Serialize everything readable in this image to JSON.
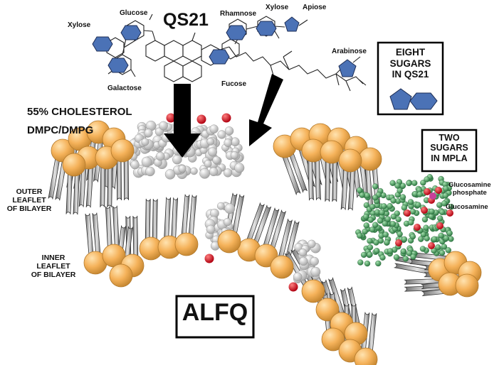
{
  "molecule": {
    "name": "QS21",
    "sugars": {
      "xylose_left": "Xylose",
      "glucose": "Glucose",
      "galactose": "Galactose",
      "rhamnose": "Rhamnose",
      "xylose_right": "Xylose",
      "apiose": "Apiose",
      "fucose": "Fucose",
      "arabinose": "Arabinose"
    }
  },
  "labels": {
    "cholesterol": "55% CHOLESTEROL",
    "lipids": "DMPC/DMPG",
    "outer_leaflet": [
      "OUTER",
      "LEAFLET",
      "OF BILAYER"
    ],
    "inner_leaflet": [
      "INNER",
      "LEAFLET",
      "OF BILAYER"
    ],
    "mpla_glucosamine_phosphate": [
      "Glucosamine",
      "phosphate"
    ],
    "mpla_glucosamine": "Glucosamine",
    "formulation": "ALFQ"
  },
  "boxes": {
    "qs21_sugars": [
      "EIGHT",
      "SUGARS",
      "IN QS21"
    ],
    "mpla_sugars": [
      "TWO",
      "SUGARS",
      "IN MPLA"
    ]
  },
  "colors": {
    "headgroup": "#f5b25a",
    "tail": "#9a9a9a",
    "sugar_fill": "#4b72b6",
    "arrow": "#000000",
    "mpla_carbon": "#3f9a5a",
    "mpla_oxygen": "#d0203a"
  }
}
